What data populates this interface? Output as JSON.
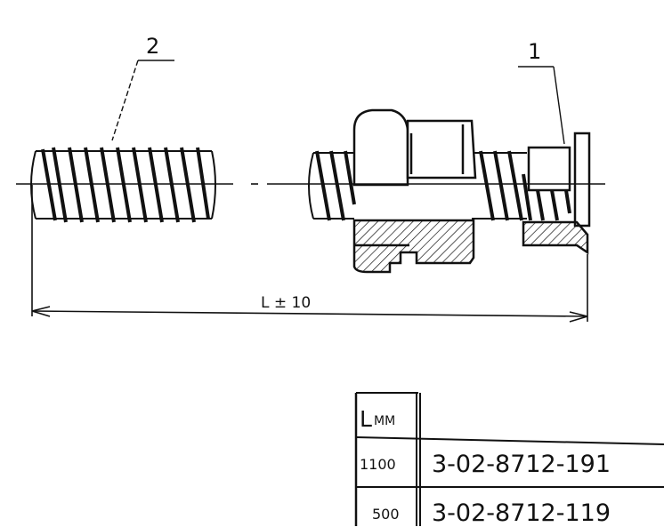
{
  "drawing": {
    "callout_hose": "2",
    "callout_fitting": "1",
    "dimension": "L ± 10"
  },
  "table": {
    "header_l": "L",
    "header_unit": "MM",
    "rows": [
      {
        "length": "1100",
        "part_number": "3-02-8712-191"
      },
      {
        "length": "500",
        "part_number": "3-02-8712-119"
      }
    ]
  }
}
